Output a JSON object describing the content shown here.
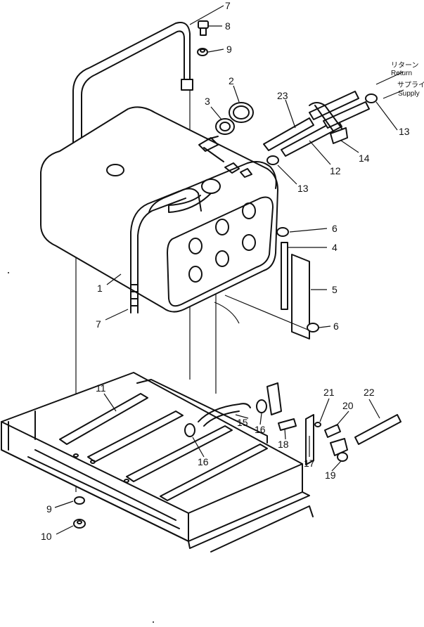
{
  "callouts": {
    "c1": "1",
    "c2": "2",
    "c3": "3",
    "c4": "4",
    "c5": "5",
    "c6a": "6",
    "c6b": "6",
    "c7a": "7",
    "c7b": "7",
    "c8": "8",
    "c9a": "9",
    "c9b": "9",
    "c10": "10",
    "c11": "11",
    "c12": "12",
    "c13a": "13",
    "c13b": "13",
    "c14": "14",
    "c15": "15",
    "c16a": "16",
    "c16b": "16",
    "c17": "17",
    "c18": "18",
    "c19": "19",
    "c20": "20",
    "c21": "21",
    "c22": "22",
    "c23": "23"
  },
  "labels": {
    "return_jp": "リターン",
    "return_en": "Return",
    "supply_jp": "サプライ",
    "supply_en": "Supply"
  }
}
